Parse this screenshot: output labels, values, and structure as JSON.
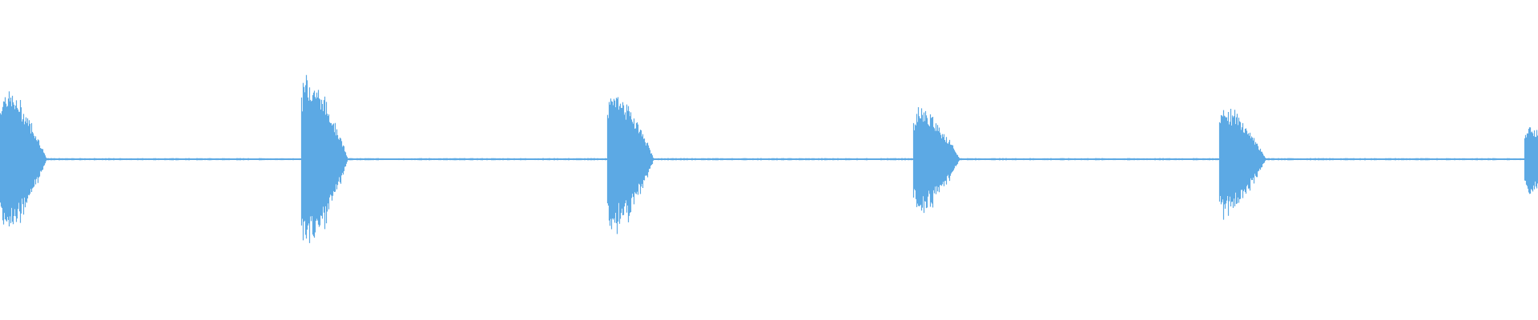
{
  "waveform": {
    "color": "#5ca9e4",
    "background": "#ffffff",
    "burst_count": 6,
    "burst_peak_levels": [
      0.48,
      0.57,
      0.47,
      0.35,
      0.36,
      0.22
    ],
    "baseline_level": 0.01
  }
}
